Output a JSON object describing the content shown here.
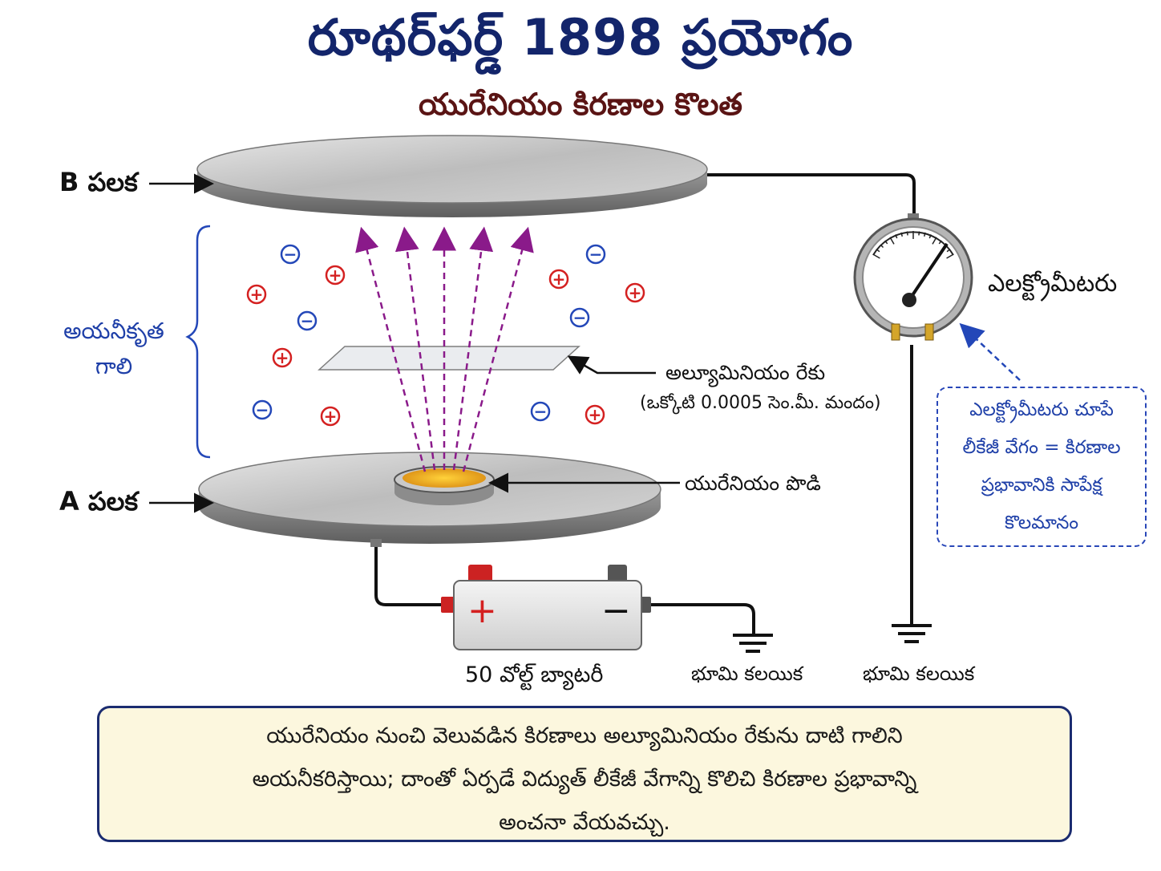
{
  "title": "రూథర్‌ఫర్డ్ 1898 ప్రయోగం",
  "subtitle": "యురేనియం కిరణాల కొలత",
  "labels": {
    "plate_b": "B పలక",
    "plate_a": "A పలక",
    "ionized_air_line1": "అయనీకృత",
    "ionized_air_line2": "గాలి",
    "electrometer": "ఎలక్ట్రోమీటరు",
    "foil": "అల్యూమినియం రేకు",
    "foil_note": "(ఒక్కోటి 0.0005 సెం.మీ. మందం)",
    "uranium_powder": "యురేనియం పొడి",
    "battery": "50 వోల్ట్ బ్యాటరీ",
    "ground_left": "భూమి కలయిక",
    "ground_right": "భూమి కలయిక",
    "battery_plus": "+",
    "battery_minus": "−"
  },
  "note": {
    "line1": "ఎలక్ట్రోమీటరు చూపే",
    "line2": "లీకేజీ వేగం = కిరణాల",
    "line3": "ప్రభావానికి సాపేక్ష",
    "line4": "కొలమానం"
  },
  "caption": {
    "line1": "యురేనియం నుంచి వెలువడిన కిరణాలు అల్యూమినియం రేకును దాటి గాలిని",
    "line2": "అయనీకరిస్తాయి; దాంతో ఏర్పడే విద్యుత్ లీకేజీ వేగాన్ని కొలిచి కిరణాల ప్రభావాన్ని",
    "line3": "అంచనా వేయవచ్చు."
  },
  "ions": {
    "plus_symbol": "+",
    "minus_symbol": "−"
  },
  "colors": {
    "title": "#13256b",
    "subtitle": "#5a1414",
    "positive_ion": "#d42020",
    "negative_ion": "#2347b8",
    "ray": "#8a1a8a",
    "caption_bg": "#fcf7de"
  }
}
